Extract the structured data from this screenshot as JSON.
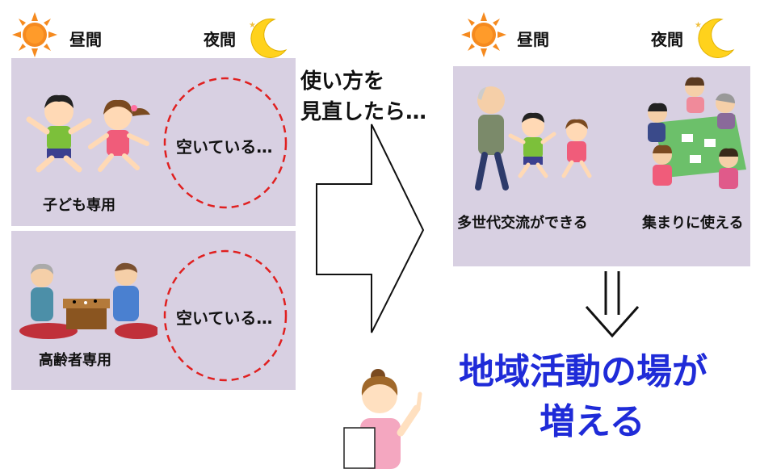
{
  "left": {
    "day_label": "昼間",
    "night_label": "夜間",
    "top_panel": {
      "caption": "子ども専用",
      "empty_text": "空いている…"
    },
    "bottom_panel": {
      "caption": "高齢者専用",
      "empty_text": "空いている…"
    }
  },
  "callout": {
    "line1": "使い方を",
    "line2": "見直したら…"
  },
  "right": {
    "day_label": "昼間",
    "night_label": "夜間",
    "caption_day": "多世代交流ができる",
    "caption_night": "集まりに使える"
  },
  "result": {
    "line1": "地域活動の場が",
    "line2": "増える"
  },
  "colors": {
    "panel": "#d8d0e2",
    "result_text": "#1f2bd8",
    "circle_dash": "#e02020",
    "sun": "#f58a1f",
    "moon": "#ffd21c"
  }
}
